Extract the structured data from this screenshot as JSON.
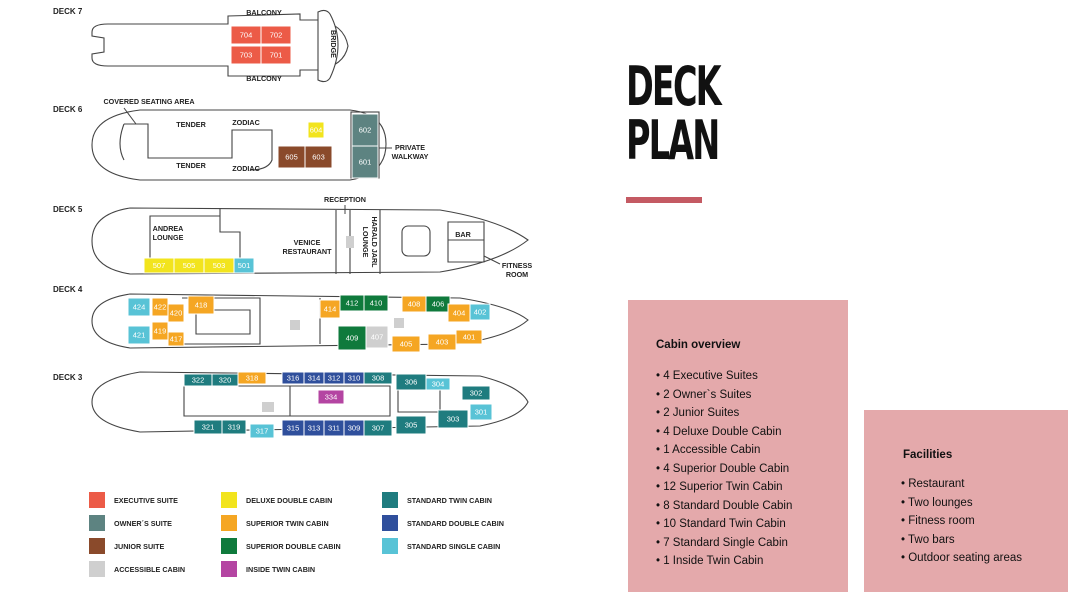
{
  "title": {
    "line1": "DECK",
    "line2": "PLAN"
  },
  "colors": {
    "executive": "#ec5b47",
    "owners": "#5d8381",
    "junior": "#8a4a2b",
    "accessible": "#cfcfcf",
    "deluxe": "#f2e41d",
    "superior_twin": "#f5a623",
    "superior_double": "#0f7a3c",
    "inside_twin": "#b445a2",
    "standard_twin": "#1f7c7f",
    "standard_double": "#2f4f9c",
    "standard_single": "#58c3d6",
    "outline": "#444444"
  },
  "decks": {
    "d7": {
      "label": "DECK 7",
      "balcony_top": "BALCONY",
      "balcony_bottom": "BALCONY",
      "bridge": "BRIDGE"
    },
    "d6": {
      "label": "DECK 6",
      "covered": "COVERED SEATING AREA",
      "tender1": "TENDER",
      "tender2": "TENDER",
      "zodiac1": "ZODIAC",
      "zodiac2": "ZODIAC",
      "private1": "PRIVATE",
      "private2": "WALKWAY"
    },
    "d5": {
      "label": "DECK 5",
      "reception": "RECEPTION",
      "andrea1": "ANDREA",
      "andrea2": "LOUNGE",
      "venice1": "VENICE",
      "venice2": "RESTAURANT",
      "harald1": "HARALD JARL",
      "harald2": "LOUNGE",
      "bar": "BAR",
      "fitness1": "FITNESS",
      "fitness2": "ROOM"
    },
    "d4": {
      "label": "DECK 4"
    },
    "d3": {
      "label": "DECK 3"
    }
  },
  "cabins": [
    {
      "n": "704",
      "t": "executive"
    },
    {
      "n": "702",
      "t": "executive"
    },
    {
      "n": "703",
      "t": "executive"
    },
    {
      "n": "701",
      "t": "executive"
    },
    {
      "n": "602",
      "t": "owners"
    },
    {
      "n": "601",
      "t": "owners"
    },
    {
      "n": "605",
      "t": "junior"
    },
    {
      "n": "603",
      "t": "junior"
    },
    {
      "n": "604",
      "t": "deluxe"
    },
    {
      "n": "507",
      "t": "deluxe"
    },
    {
      "n": "505",
      "t": "deluxe"
    },
    {
      "n": "503",
      "t": "deluxe"
    },
    {
      "n": "501",
      "t": "standard_single"
    },
    {
      "n": "424",
      "t": "standard_single"
    },
    {
      "n": "421",
      "t": "standard_single"
    },
    {
      "n": "422",
      "t": "superior_twin"
    },
    {
      "n": "420",
      "t": "superior_twin"
    },
    {
      "n": "419",
      "t": "superior_twin"
    },
    {
      "n": "417",
      "t": "superior_twin"
    },
    {
      "n": "418",
      "t": "superior_twin"
    },
    {
      "n": "414",
      "t": "superior_twin"
    },
    {
      "n": "412",
      "t": "superior_double"
    },
    {
      "n": "410",
      "t": "superior_double"
    },
    {
      "n": "409",
      "t": "superior_double"
    },
    {
      "n": "407",
      "t": "accessible"
    },
    {
      "n": "408",
      "t": "superior_twin"
    },
    {
      "n": "406",
      "t": "superior_double"
    },
    {
      "n": "404",
      "t": "superior_twin"
    },
    {
      "n": "402",
      "t": "standard_single"
    },
    {
      "n": "405",
      "t": "superior_twin"
    },
    {
      "n": "403",
      "t": "superior_twin"
    },
    {
      "n": "401",
      "t": "superior_twin"
    },
    {
      "n": "322",
      "t": "standard_twin"
    },
    {
      "n": "320",
      "t": "standard_twin"
    },
    {
      "n": "318",
      "t": "superior_twin"
    },
    {
      "n": "316",
      "t": "standard_double"
    },
    {
      "n": "314",
      "t": "standard_double"
    },
    {
      "n": "312",
      "t": "standard_double"
    },
    {
      "n": "310",
      "t": "standard_double"
    },
    {
      "n": "308",
      "t": "standard_twin"
    },
    {
      "n": "306",
      "t": "standard_twin"
    },
    {
      "n": "304",
      "t": "standard_single"
    },
    {
      "n": "302",
      "t": "standard_twin"
    },
    {
      "n": "334",
      "t": "inside_twin"
    },
    {
      "n": "321",
      "t": "standard_twin"
    },
    {
      "n": "319",
      "t": "standard_twin"
    },
    {
      "n": "317",
      "t": "standard_single"
    },
    {
      "n": "315",
      "t": "standard_double"
    },
    {
      "n": "313",
      "t": "standard_double"
    },
    {
      "n": "311",
      "t": "standard_double"
    },
    {
      "n": "309",
      "t": "standard_double"
    },
    {
      "n": "307",
      "t": "standard_twin"
    },
    {
      "n": "305",
      "t": "standard_twin"
    },
    {
      "n": "303",
      "t": "standard_twin"
    },
    {
      "n": "301",
      "t": "standard_single"
    }
  ],
  "legend": [
    {
      "label": "EXECUTIVE SUITE",
      "t": "executive"
    },
    {
      "label": "OWNER´S SUITE",
      "t": "owners"
    },
    {
      "label": "JUNIOR SUITE",
      "t": "junior"
    },
    {
      "label": "ACCESSIBLE CABIN",
      "t": "accessible"
    },
    {
      "label": "DELUXE DOUBLE CABIN",
      "t": "deluxe"
    },
    {
      "label": "SUPERIOR TWIN CABIN",
      "t": "superior_twin"
    },
    {
      "label": "SUPERIOR DOUBLE CABIN",
      "t": "superior_double"
    },
    {
      "label": "INSIDE TWIN CABIN",
      "t": "inside_twin"
    },
    {
      "label": "STANDARD TWIN CABIN",
      "t": "standard_twin"
    },
    {
      "label": "STANDARD DOUBLE CABIN",
      "t": "standard_double"
    },
    {
      "label": "STANDARD SINGLE CABIN",
      "t": "standard_single"
    }
  ],
  "cabin_overview": {
    "heading": "Cabin overview",
    "items": [
      "• 4 Executive Suites",
      "• 2 Owner`s Suites",
      "• 2 Junior Suites",
      "• 4 Deluxe Double Cabin",
      "• 1 Accessible Cabin",
      "• 4 Superior Double Cabin",
      "• 12 Superior Twin Cabin",
      "• 8 Standard Double Cabin",
      "• 10 Standard Twin Cabin",
      "•  7 Standard Single Cabin",
      "• 1 Inside Twin Cabin"
    ]
  },
  "facilities": {
    "heading": "Facilities",
    "items": [
      "• Restaurant",
      "• Two lounges",
      "• Fitness room",
      "• Two bars",
      "• Outdoor seating areas"
    ]
  }
}
